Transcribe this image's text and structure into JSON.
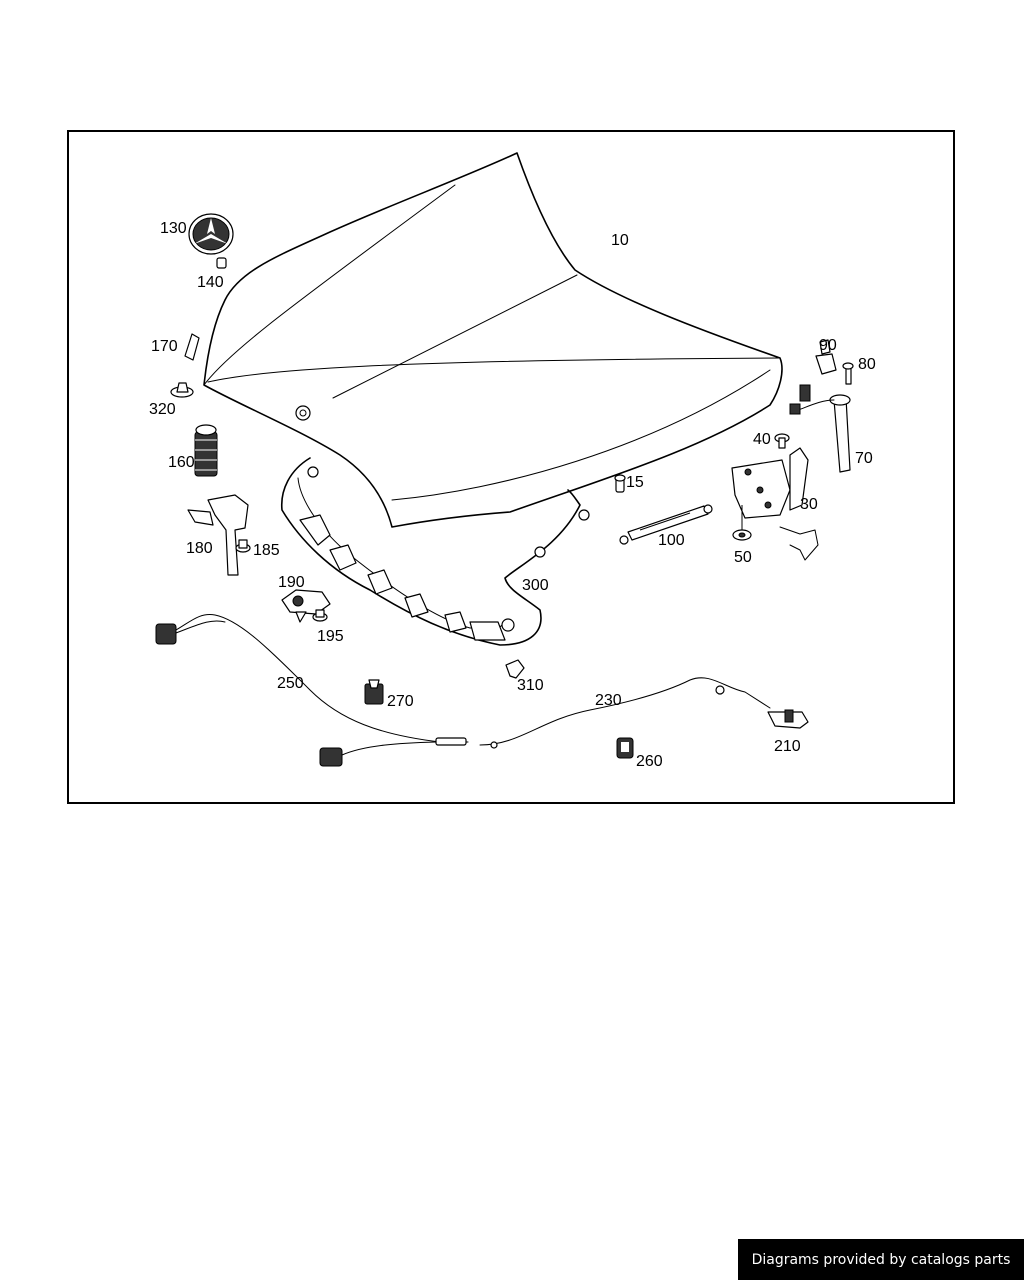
{
  "diagram": {
    "part_labels": {
      "p10": "10",
      "p15": "15",
      "p30": "30",
      "p40": "40",
      "p50": "50",
      "p70": "70",
      "p80": "80",
      "p90": "90",
      "p100": "100",
      "p130": "130",
      "p140": "140",
      "p160": "160",
      "p170": "170",
      "p180": "180",
      "p185": "185",
      "p190": "190",
      "p195": "195",
      "p210": "210",
      "p230": "230",
      "p250": "250",
      "p260": "260",
      "p270": "270",
      "p300": "300",
      "p310": "310",
      "p320": "320"
    }
  },
  "footer": {
    "credit": "Diagrams provided by catalogs parts"
  }
}
